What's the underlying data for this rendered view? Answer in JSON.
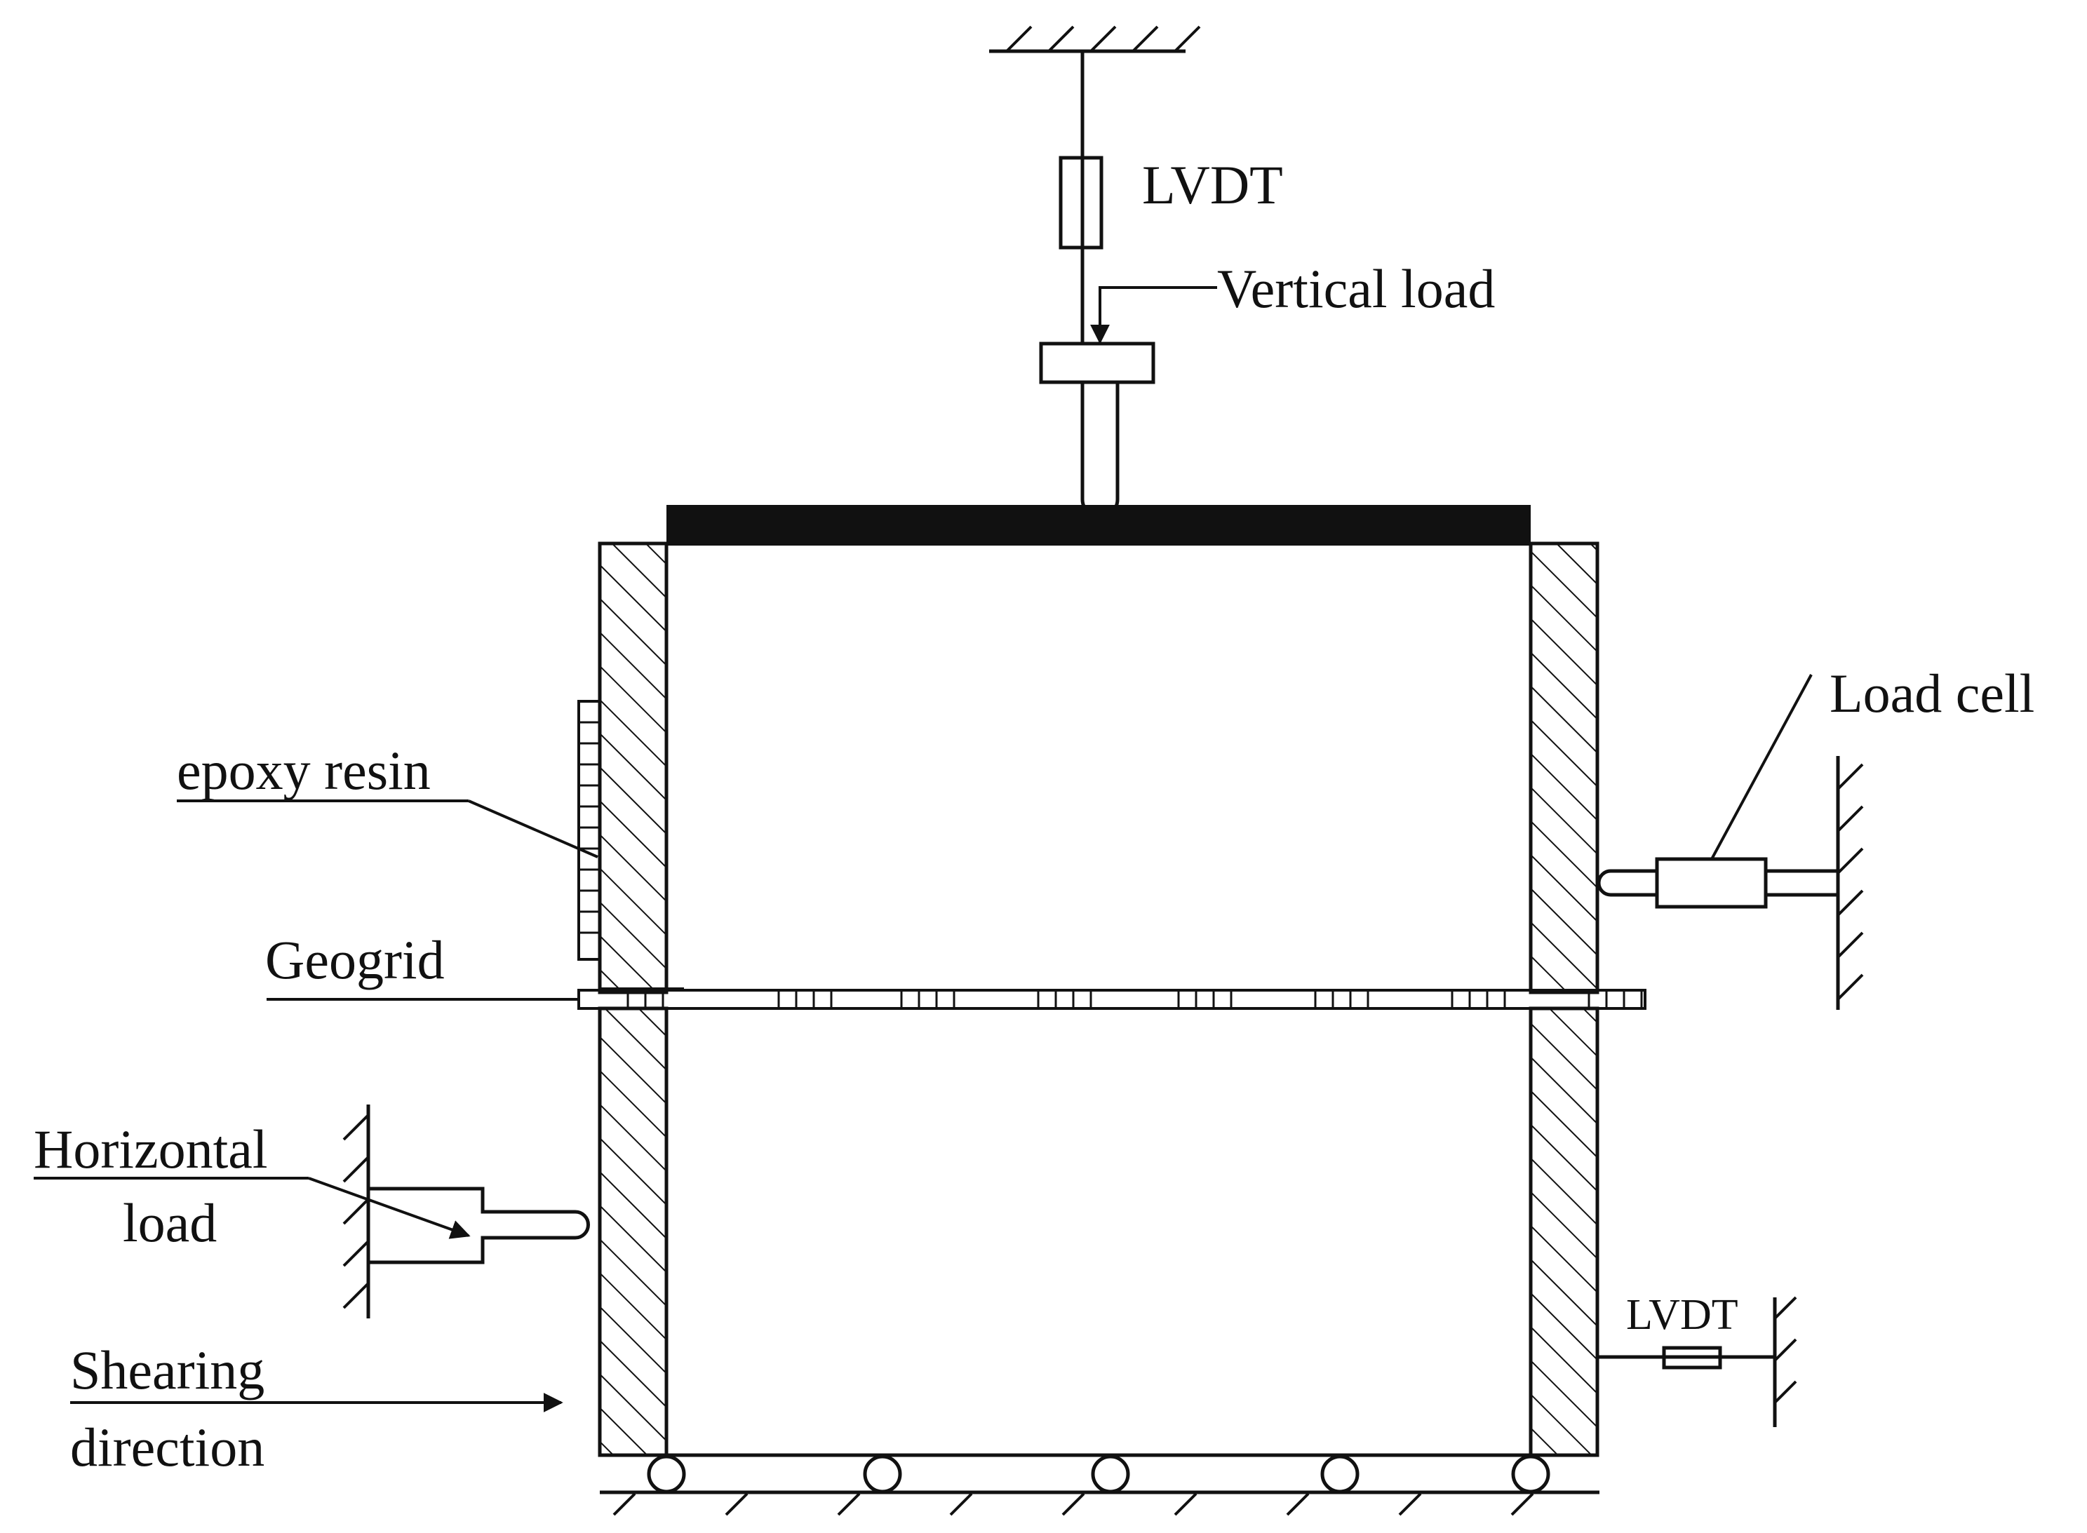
{
  "labels": {
    "lvdt_top": "LVDT",
    "vertical_load": "Vertical load",
    "load_cell": "Load cell",
    "epoxy_resin": "epoxy resin",
    "geogrid": "Geogrid",
    "horizontal_load_1": "Horizontal",
    "horizontal_load_2": "load",
    "lvdt_bottom": "LVDT",
    "shearing_1": "Shearing",
    "shearing_2": "direction"
  },
  "colors": {
    "line": "#111111",
    "background": "#ffffff"
  }
}
